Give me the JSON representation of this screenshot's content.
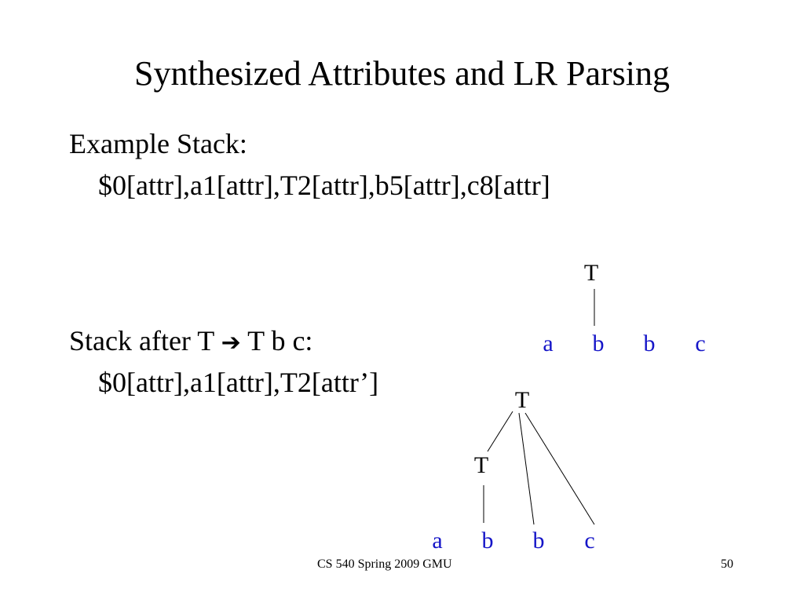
{
  "slide": {
    "title": "Synthesized Attributes and LR Parsing",
    "example_label": "Example Stack:",
    "example_stack": "$0[attr],a1[attr],T2[attr],b5[attr],c8[attr]",
    "after_prefix": "Stack after T",
    "arrow_icon": "right-arrow-icon",
    "arrow_glyph": "➔",
    "after_suffix": "T b c:",
    "after_stack": "$0[attr],a1[attr],T2[attr’]"
  },
  "tree_before": {
    "root": "T",
    "leaves": [
      "a",
      "b",
      "b",
      "c"
    ]
  },
  "tree_after": {
    "root": "T",
    "child": "T",
    "leaves": [
      "a",
      "b",
      "b",
      "c"
    ]
  },
  "colors": {
    "text": "#000000",
    "terminal": "#1515c8"
  },
  "footer": {
    "course": "CS 540 Spring 2009 GMU",
    "page_number": "50"
  }
}
